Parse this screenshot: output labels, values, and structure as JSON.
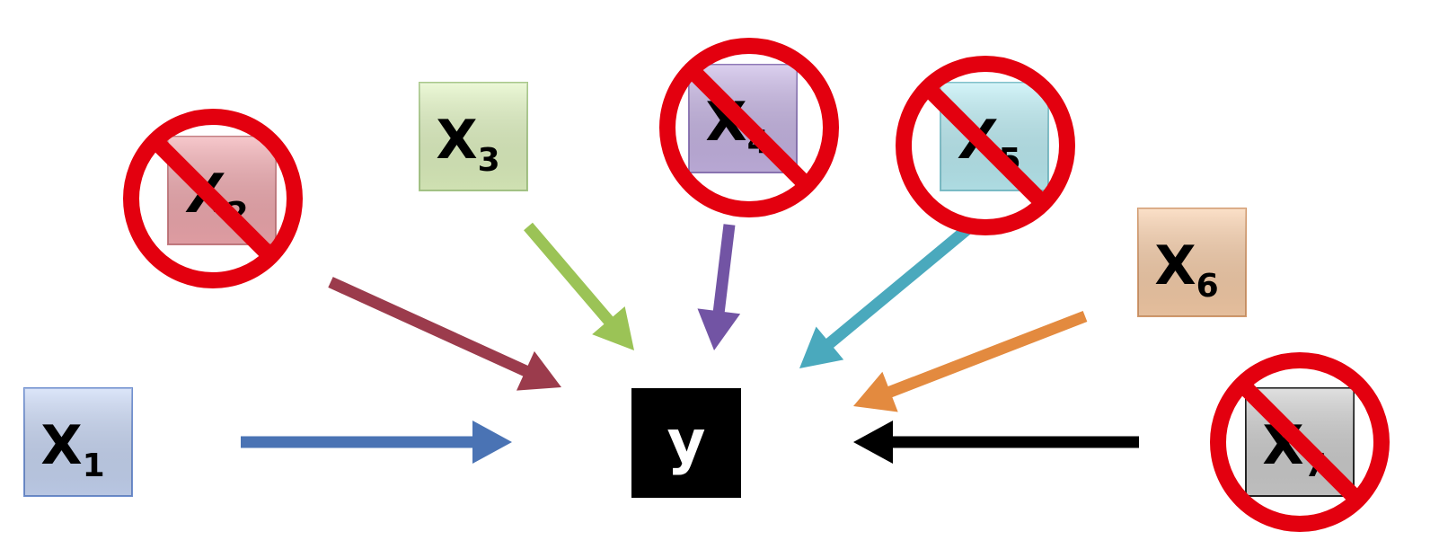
{
  "target": {
    "label": "y",
    "fill": "#000000",
    "text_color": "#ffffff"
  },
  "variables": [
    {
      "id": "x1",
      "main": "X",
      "sub": "1",
      "fill": "#c9d8f6",
      "stroke": "#6f8fcf",
      "arrow_color": "#4a73b4",
      "crossed_out": false
    },
    {
      "id": "x2",
      "main": "X",
      "sub": "2",
      "fill": "#f2aab0",
      "stroke": "#c77d82",
      "arrow_color": "#9b3b4c",
      "crossed_out": true
    },
    {
      "id": "x3",
      "main": "X",
      "sub": "3",
      "fill": "#e2f5c2",
      "stroke": "#a9c98a",
      "arrow_color": "#9bc356",
      "crossed_out": false
    },
    {
      "id": "x4",
      "main": "X",
      "sub": "4",
      "fill": "#c8b6e6",
      "stroke": "#8e78b8",
      "arrow_color": "#7254a4",
      "crossed_out": true
    },
    {
      "id": "x5",
      "main": "X",
      "sub": "5",
      "fill": "#bdeff6",
      "stroke": "#7fc2cc",
      "arrow_color": "#4aa9bd",
      "crossed_out": true
    },
    {
      "id": "x6",
      "main": "X",
      "sub": "6",
      "fill": "#f9cfaa",
      "stroke": "#d49b6e",
      "arrow_color": "#e38a3f",
      "crossed_out": false
    },
    {
      "id": "x7",
      "main": "X",
      "sub": "7",
      "fill": "#cfcfcf",
      "stroke": "#222222",
      "arrow_color": "#000000",
      "crossed_out": true
    }
  ],
  "prohibition_color": "#e3000f"
}
